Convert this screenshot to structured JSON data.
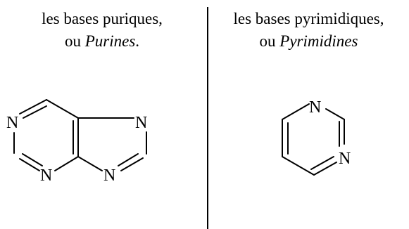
{
  "left": {
    "caption_line1": "les bases puriques,",
    "caption_prefix": "ou ",
    "caption_italic": "Purines",
    "caption_suffix": ".",
    "atom_label": "N"
  },
  "right": {
    "caption_line1": "les bases pyrimidiques,",
    "caption_prefix": "ou ",
    "caption_italic": "Pyrimidines",
    "caption_suffix": "",
    "atom_label": "N"
  }
}
